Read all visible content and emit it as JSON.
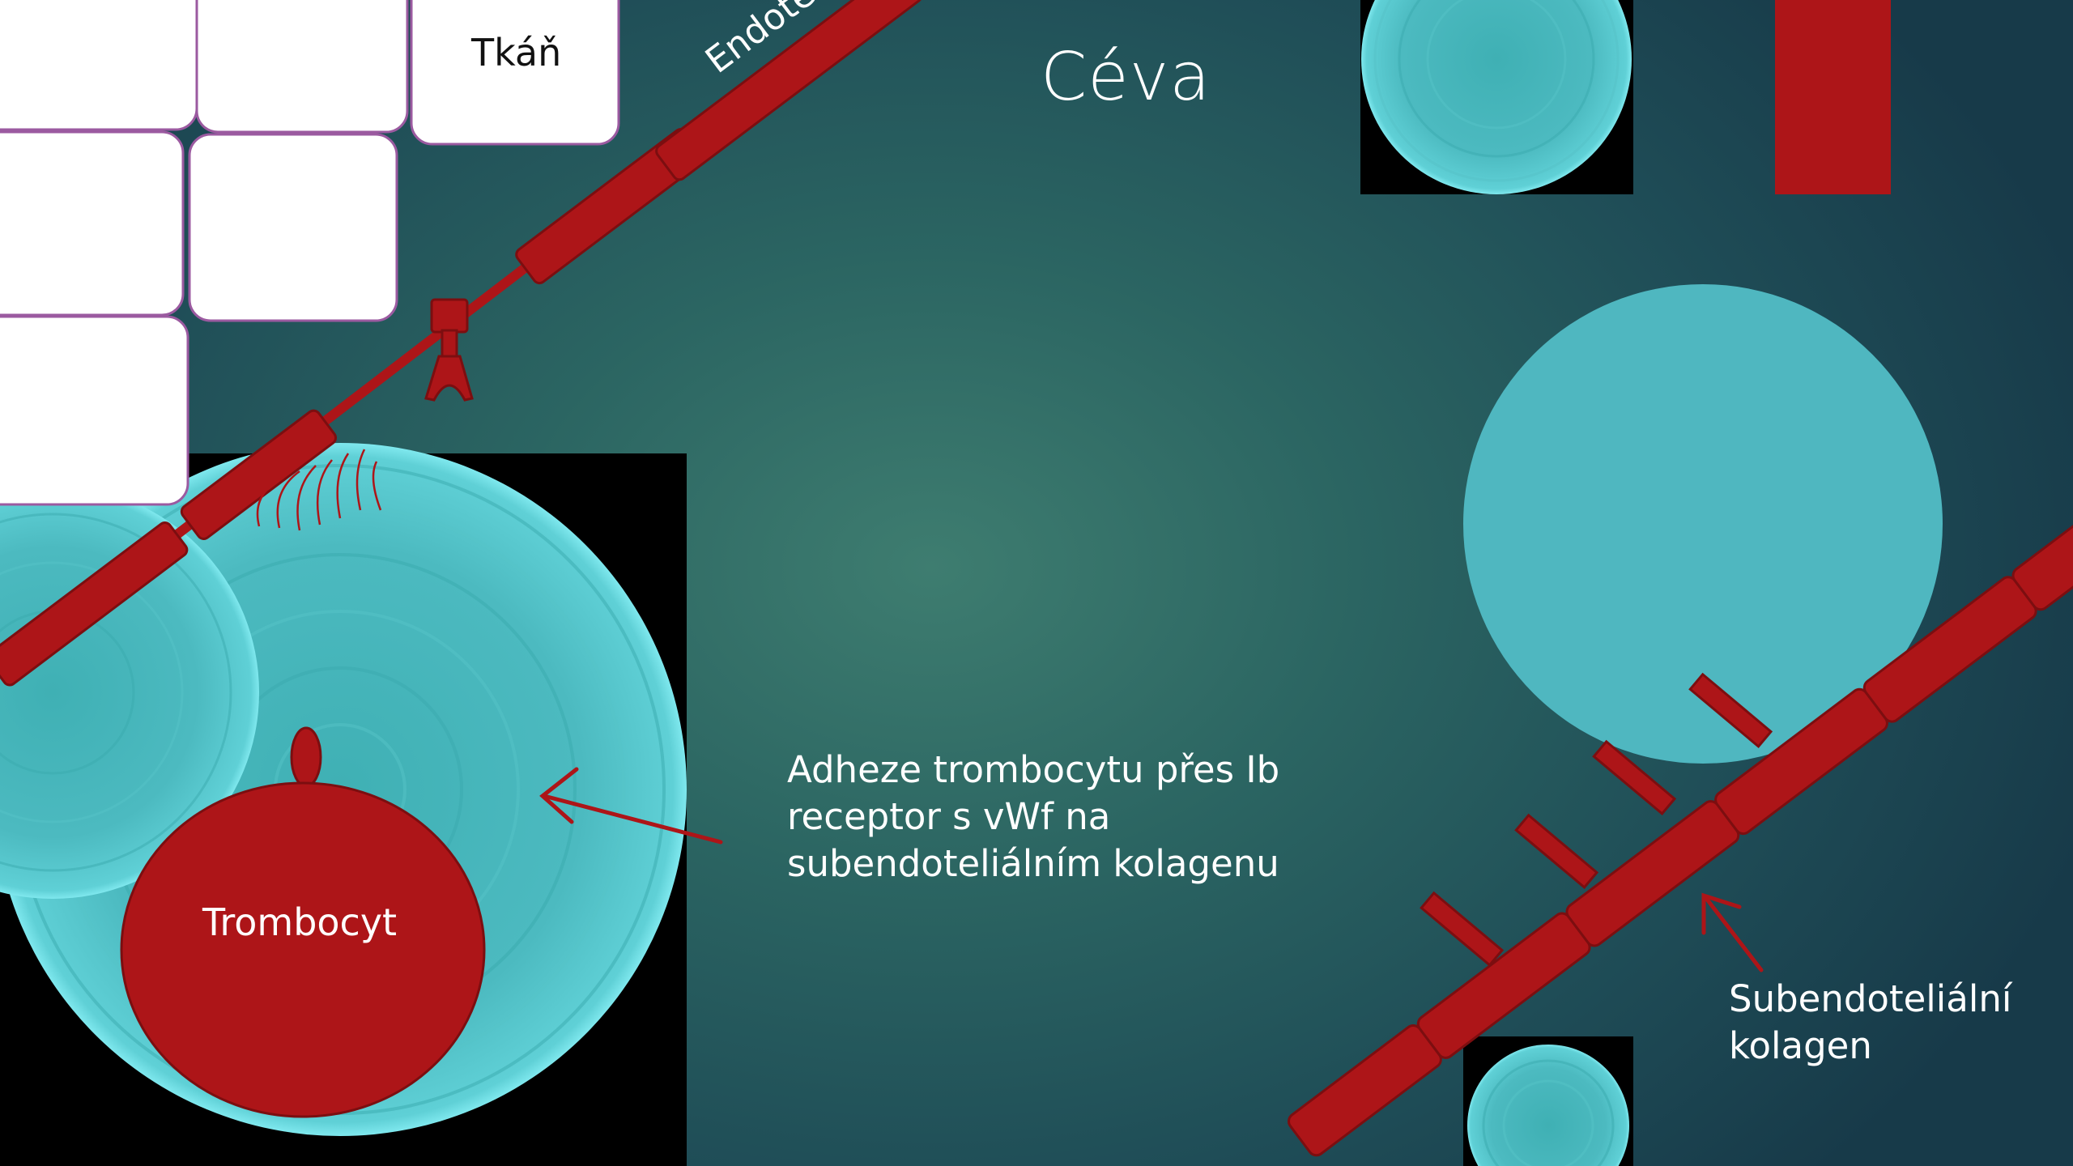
{
  "slide": {
    "title": "Céva",
    "caption_lines": [
      "Adheze trombocytu přes Ib",
      "receptor s vWf na",
      "subendoteliálním kolagenu"
    ],
    "labels": {
      "tissue": "Tkáň",
      "endothelium": "Endotelie",
      "platelet": "Trombocyt",
      "collagen_lines": [
        "Subendoteliální",
        "kolagen"
      ]
    }
  },
  "colors": {
    "background_center": "#3e7d70",
    "background_edge": "#173a49",
    "red": "#ad1518",
    "cyan": "#4fb7c0",
    "tissue_cell": "#ffffff",
    "tissue_border": "#9b5aa0",
    "text": "#ffffff"
  }
}
